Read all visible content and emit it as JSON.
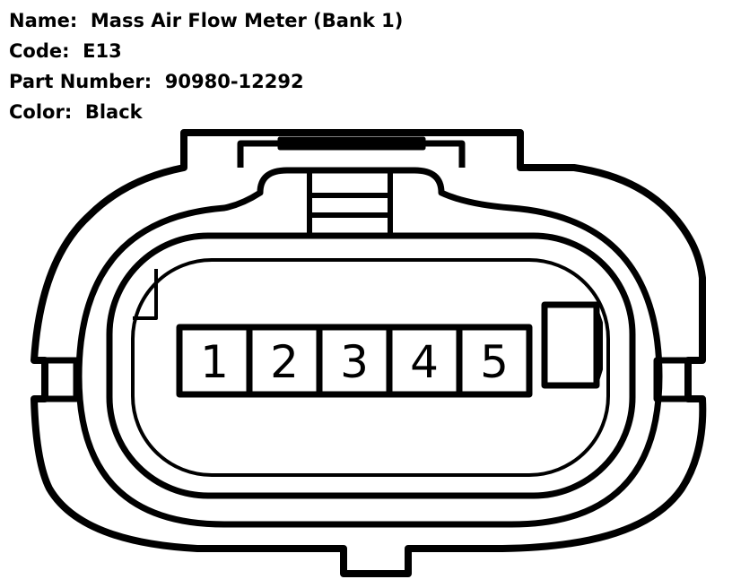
{
  "info": {
    "name_label": "Name:",
    "name_value": "Mass Air Flow Meter (Bank 1)",
    "code_label": "Code:",
    "code_value": "E13",
    "part_label": "Part Number:",
    "part_value": "90980-12292",
    "color_label": "Color:",
    "color_value": "Black"
  },
  "pins": [
    "1",
    "2",
    "3",
    "4",
    "5"
  ]
}
